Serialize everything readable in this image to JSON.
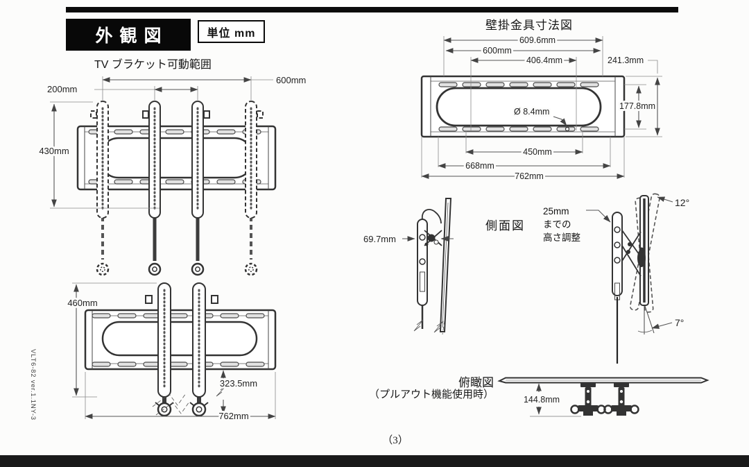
{
  "header": {
    "title": "外観図",
    "unit": "単位 mm"
  },
  "front_view": {
    "title": "TV ブラケット可動範囲",
    "dim_600": "600mm",
    "dim_200": "200mm",
    "dim_430": "430mm",
    "dim_460": "460mm",
    "dim_323_5": "323.5mm",
    "dim_762": "762mm"
  },
  "wall_plate": {
    "title": "壁掛金具寸法図",
    "dim_609_6": "609.6mm",
    "dim_600": "600mm",
    "dim_406_4": "406.4mm",
    "dim_241_3": "241.3mm",
    "dim_177_8": "177.8mm",
    "hole": "Ø 8.4mm",
    "dim_450": "450mm",
    "dim_668": "668mm",
    "dim_762": "762mm"
  },
  "side_view": {
    "title": "側面図",
    "dim_69_7": "69.7mm",
    "height_adjust_line1": "25mm",
    "height_adjust_line2": "までの",
    "height_adjust_line3": "高さ調整",
    "tilt_top": "12°",
    "tilt_bottom": "7°"
  },
  "top_view": {
    "title": "俯瞰図",
    "subtitle": "（プルアウト機能使用時）",
    "dim_144_8": "144.8mm"
  },
  "footer": {
    "page_number": "（3）",
    "doc_code": "VLT6-82 ver.1.1NY-3"
  }
}
